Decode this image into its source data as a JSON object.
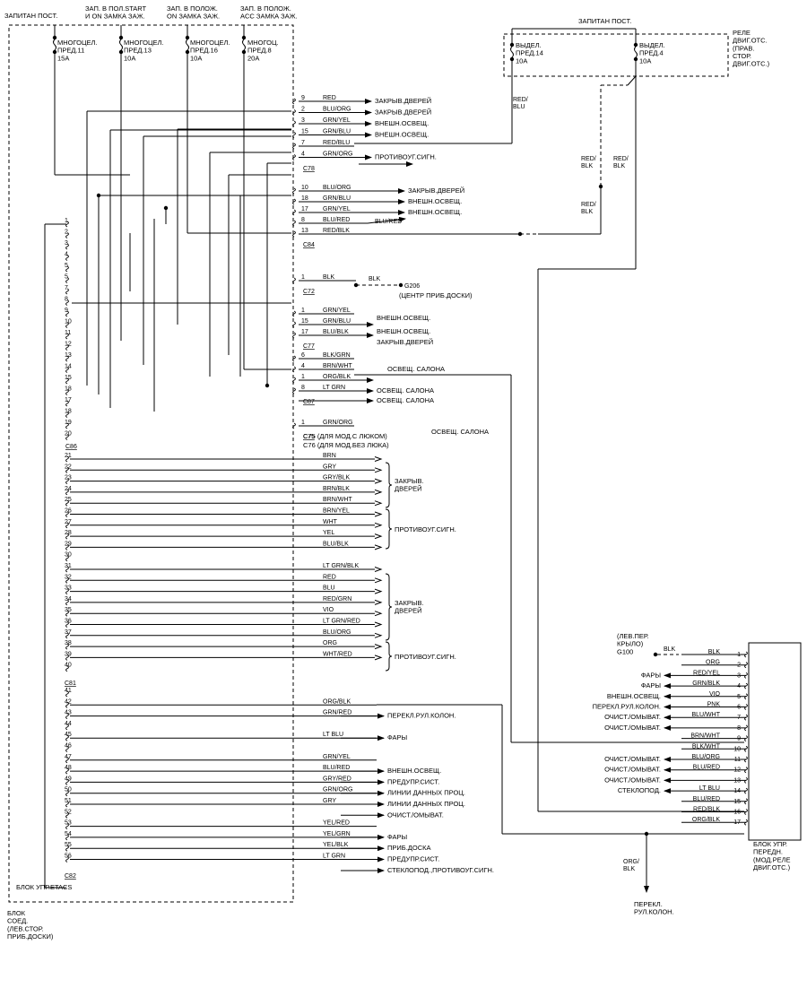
{
  "header": {
    "cols": [
      "ЗАПИТАН ПОСТ.",
      "ЗАП. В ПОЛ.START\nИ ON ЗАМКА ЗАЖ.",
      "ЗАП. В ПОЛОЖ.\nON ЗАМКА ЗАЖ.",
      "ЗАП. В ПОЛОЖ.\nACC ЗАМКА ЗАЖ."
    ],
    "relay_power": "ЗАПИТАН ПОСТ."
  },
  "fuses": [
    "МНОГОЦЕЛ.\nПРЕД.11\n15A",
    "МНОГОЦЕЛ.\nПРЕД.13\n10A",
    "МНОГОЦЕЛ.\nПРЕД.16\n10A",
    "МНОГОЦ.\nПРЕД.8\n20A"
  ],
  "relay_fuses": [
    "ВЫДЕЛ.\nПРЕД.14\n10A",
    "ВЫДЕЛ.\nПРЕД.4\n10A"
  ],
  "relay_label": "РЕЛЕ\nДВИГ.ОТС.\n(ПРАВ.\nСТОР.\nДВИГ.ОТС.)",
  "left_pins": [
    "1",
    "2",
    "3",
    "4",
    "5",
    "5",
    "7",
    "8",
    "9",
    "10",
    "11",
    "12",
    "13",
    "14",
    "15",
    "18",
    "17",
    "18",
    "19",
    "20"
  ],
  "left_connector": "C86",
  "groups": [
    {
      "connector": "C78",
      "rows": [
        {
          "pin": "9",
          "wire": "RED",
          "dest": "ЗАКРЫВ.ДВЕРЕЙ"
        },
        {
          "pin": "2",
          "wire": "BLU/ORG",
          "dest": "ЗАКРЫВ.ДВЕРЕЙ"
        },
        {
          "pin": "3",
          "wire": "GRN/YEL",
          "dest": "ВНЕШН.ОСВЕЩ."
        },
        {
          "pin": "15",
          "wire": "GRN/BLU",
          "dest": "ВНЕШН.ОСВЕЩ."
        },
        {
          "pin": "7",
          "wire": "RED/BLU",
          "dest": ""
        },
        {
          "pin": "4",
          "wire": "GRN/ORG",
          "dest": "ПРОТИВОУГ.СИГН."
        }
      ]
    },
    {
      "connector": "C84",
      "rows": [
        {
          "pin": "10",
          "wire": "BLU/ORG",
          "dest": "ЗАКРЫВ.ДВЕРЕЙ"
        },
        {
          "pin": "18",
          "wire": "GRN/BLU",
          "dest": "ВНЕШН.ОСВЕЩ."
        },
        {
          "pin": "17",
          "wire": "GRN/YEL",
          "dest": "ВНЕШН.ОСВЕЩ."
        },
        {
          "pin": "8",
          "wire": "BLU/RED",
          "dest": ""
        },
        {
          "pin": "13",
          "wire": "RED/BLK",
          "dest": ""
        }
      ]
    },
    {
      "connector": "C72",
      "rows": [
        {
          "pin": "1",
          "wire": "BLK",
          "dest": ""
        }
      ]
    },
    {
      "connector": "C77",
      "rows": [
        {
          "pin": "1",
          "wire": "GRN/YEL",
          "dest": ""
        },
        {
          "pin": "15",
          "wire": "GRN/BLU",
          "dest": ""
        },
        {
          "pin": "17",
          "wire": "BLU/BLK",
          "dest": ""
        }
      ]
    },
    {
      "connector": "C87",
      "rows": [
        {
          "pin": "6",
          "wire": "BLK/GRN",
          "dest": ""
        },
        {
          "pin": "4",
          "wire": "BRN/WHT",
          "dest": ""
        },
        {
          "pin": "1",
          "wire": "ORG/BLK",
          "dest": ""
        },
        {
          "pin": "8",
          "wire": "LT GRN",
          "dest": ""
        }
      ]
    },
    {
      "connector": "C75",
      "rows": [
        {
          "pin": "1",
          "wire": "GRN/ORG",
          "dest": ""
        }
      ]
    }
  ],
  "extra_labels": {
    "c77_dests": [
      "ВНЕШН.ОСВЕЩ.",
      "ВНЕШН.ОСВЕЩ.",
      "ЗАКРЫВ.ДВЕРЕЙ"
    ],
    "c87_dests": [
      "ОСВЕЩ. САЛОНА",
      "ОСВЕЩ. САЛОНА",
      "ОСВЕЩ. САЛОНА"
    ],
    "c75_dest": "ОСВЕЩ. САЛОНА",
    "c75_note": "C75 (ДЛЯ МОД.С ЛЮКОМ)",
    "c76_note": "C76 (ДЛЯ МОД.БЕЗ ЛЮКА)",
    "g206": "G206",
    "g206_note": "(ЦЕНТР ПРИБ.ДОСКИ)",
    "blk": "BLK",
    "red_blu": "RED/\nBLU",
    "red_blk": "RED/\nBLK",
    "blu_red": "BLU/RED"
  },
  "c81_rows": [
    {
      "pin": "21",
      "wire": "BRN"
    },
    {
      "pin": "22",
      "wire": "GRY"
    },
    {
      "pin": "23",
      "wire": "GRY/BLK"
    },
    {
      "pin": "24",
      "wire": "BRN/BLK"
    },
    {
      "pin": "25",
      "wire": "BRN/WHT"
    },
    {
      "pin": "26",
      "wire": "BRN/YEL"
    },
    {
      "pin": "27",
      "wire": "WHT"
    },
    {
      "pin": "28",
      "wire": "YEL"
    },
    {
      "pin": "29",
      "wire": "BLU/BLK"
    },
    {
      "pin": "30",
      "wire": ""
    },
    {
      "pin": "31",
      "wire": "LT GRN/BLK"
    },
    {
      "pin": "32",
      "wire": "RED"
    },
    {
      "pin": "33",
      "wire": "BLU"
    },
    {
      "pin": "34",
      "wire": "RED/GRN"
    },
    {
      "pin": "35",
      "wire": "VIO"
    },
    {
      "pin": "36",
      "wire": "LT GRN/RED"
    },
    {
      "pin": "37",
      "wire": "BLU/ORG"
    },
    {
      "pin": "38",
      "wire": "ORG"
    },
    {
      "pin": "39",
      "wire": "WHT/RED"
    },
    {
      "pin": "40",
      "wire": ""
    }
  ],
  "c81_connector": "C81",
  "c81_brackets": [
    "ЗАКРЫВ.\nДВЕРЕЙ",
    "ПРОТИВОУГ.СИГН.",
    "ЗАКРЫВ.\nДВЕРЕЙ",
    "ПРОТИВОУГ.СИГН."
  ],
  "c82_rows": [
    {
      "pin": "41",
      "wire": "",
      "dest": ""
    },
    {
      "pin": "42",
      "wire": "ORG/BLK",
      "dest": ""
    },
    {
      "pin": "43",
      "wire": "GRN/RED",
      "dest": "ПЕРЕКЛ.РУЛ.КОЛОН."
    },
    {
      "pin": "44",
      "wire": "",
      "dest": ""
    },
    {
      "pin": "45",
      "wire": "LT BLU",
      "dest": "ФАРЫ"
    },
    {
      "pin": "46",
      "wire": "",
      "dest": ""
    },
    {
      "pin": "47",
      "wire": "GRN/YEL",
      "dest": ""
    },
    {
      "pin": "48",
      "wire": "BLU/RED",
      "dest": "ВНЕШН.ОСВЕЩ."
    },
    {
      "pin": "49",
      "wire": "GRY/RED",
      "dest": "ПРЕДУПР.СИСТ."
    },
    {
      "pin": "50",
      "wire": "GRN/ORG",
      "dest": "ЛИНИИ ДАННЫХ ПРОЦ."
    },
    {
      "pin": "51",
      "wire": "GRY",
      "dest": "ЛИНИИ ДАННЫХ ПРОЦ."
    },
    {
      "pin": "52",
      "wire": "",
      "dest": "ОЧИСТ./ОМЫВАТ."
    },
    {
      "pin": "53",
      "wire": "YEL/RED",
      "dest": ""
    },
    {
      "pin": "54",
      "wire": "YEL/GRN",
      "dest": "ФАРЫ"
    },
    {
      "pin": "55",
      "wire": "YEL/BLK",
      "dest": "ПРИБ.ДОСКА"
    },
    {
      "pin": "56",
      "wire": "LT GRN",
      "dest": "ПРЕДУПР.СИСТ."
    }
  ],
  "c82_connector": "C82",
  "c82_last_dest": "СТЕКЛОПОД.,ПРОТИВОУГ.СИГН.",
  "etacs_label": "БЛОК УПР.ETACS",
  "jb_label": "БЛОК\nСОЕД.\n(ЛЕВ.СТОР.\nПРИБ.ДОСКИ)",
  "g100": {
    "label": "(ЛЕВ.ПЕР.\nКРЫЛО)\nG100",
    "wire": "BLK"
  },
  "fc_rows": [
    {
      "dest": "",
      "wire": "BLK",
      "pin": "1"
    },
    {
      "dest": "",
      "wire": "ORG",
      "pin": "2"
    },
    {
      "dest": "ФАРЫ",
      "wire": "RED/YEL",
      "pin": "3"
    },
    {
      "dest": "ФАРЫ",
      "wire": "GRN/BLK",
      "pin": "4"
    },
    {
      "dest": "ВНЕШН.ОСВЕЩ.",
      "wire": "VIO",
      "pin": "5"
    },
    {
      "dest": "ПЕРЕКЛ.РУЛ.КОЛОН.",
      "wire": "PNK",
      "pin": "6"
    },
    {
      "dest": "ОЧИСТ./ОМЫВАТ.",
      "wire": "BLU/WHT",
      "pin": "7"
    },
    {
      "dest": "ОЧИСТ./ОМЫВАТ.",
      "wire": "",
      "pin": "8"
    },
    {
      "dest": "",
      "wire": "BRN/WHT",
      "pin": "9"
    },
    {
      "dest": "",
      "wire": "BLK/WHT",
      "pin": "10"
    },
    {
      "dest": "ОЧИСТ./ОМЫВАТ.",
      "wire": "BLU/ORG",
      "pin": "11"
    },
    {
      "dest": "ОЧИСТ./ОМЫВАТ.",
      "wire": "BLU/RED",
      "pin": "12"
    },
    {
      "dest": "ОЧИСТ./ОМЫВАТ.",
      "wire": "",
      "pin": "13"
    },
    {
      "dest": "СТЕКЛОПОД.",
      "wire": "LT BLU",
      "pin": "14"
    },
    {
      "dest": "",
      "wire": "BLU/RED",
      "pin": "15"
    },
    {
      "dest": "",
      "wire": "RED/BLK",
      "pin": "16"
    },
    {
      "dest": "",
      "wire": "ORG/BLK",
      "pin": "17"
    }
  ],
  "fc_label": "БЛОК УПР.\nПЕРЕДН.\n(МОД.РЕЛЕ\nДВИГ.ОТС.)",
  "bottom": {
    "wire": "ORG/\nBLK",
    "dest": "ПЕРЕКЛ.\nРУЛ.КОЛОН."
  }
}
